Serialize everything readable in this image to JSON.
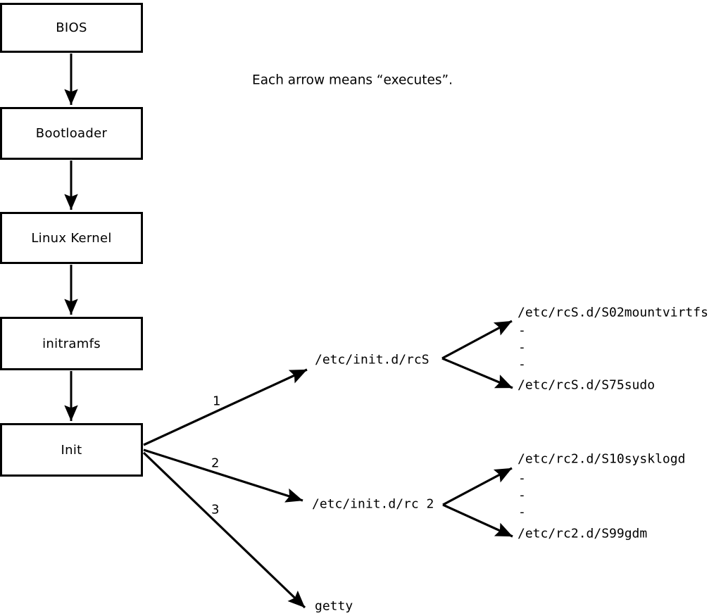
{
  "annotation": "Each arrow means “executes”.",
  "boxes": [
    {
      "label": "BIOS"
    },
    {
      "label": "Bootloader"
    },
    {
      "label": "Linux Kernel"
    },
    {
      "label": "initramfs"
    },
    {
      "label": "Init"
    }
  ],
  "init_branches": [
    {
      "number": "1",
      "target": "/etc/init.d/rcS",
      "children": {
        "first": "/etc/rcS.d/S02mountvirtfs",
        "dots": [
          "-",
          "-",
          "-"
        ],
        "last": "/etc/rcS.d/S75sudo"
      }
    },
    {
      "number": "2",
      "target": "/etc/init.d/rc 2",
      "children": {
        "first": "/etc/rc2.d/S10sysklogd",
        "dots": [
          "-",
          "-",
          "-"
        ],
        "last": "/etc/rc2.d/S99gdm"
      }
    },
    {
      "number": "3",
      "target": "getty"
    }
  ],
  "colors": {
    "line": "#000000",
    "background": "#ffffff",
    "box_fill": "#ffffff"
  }
}
